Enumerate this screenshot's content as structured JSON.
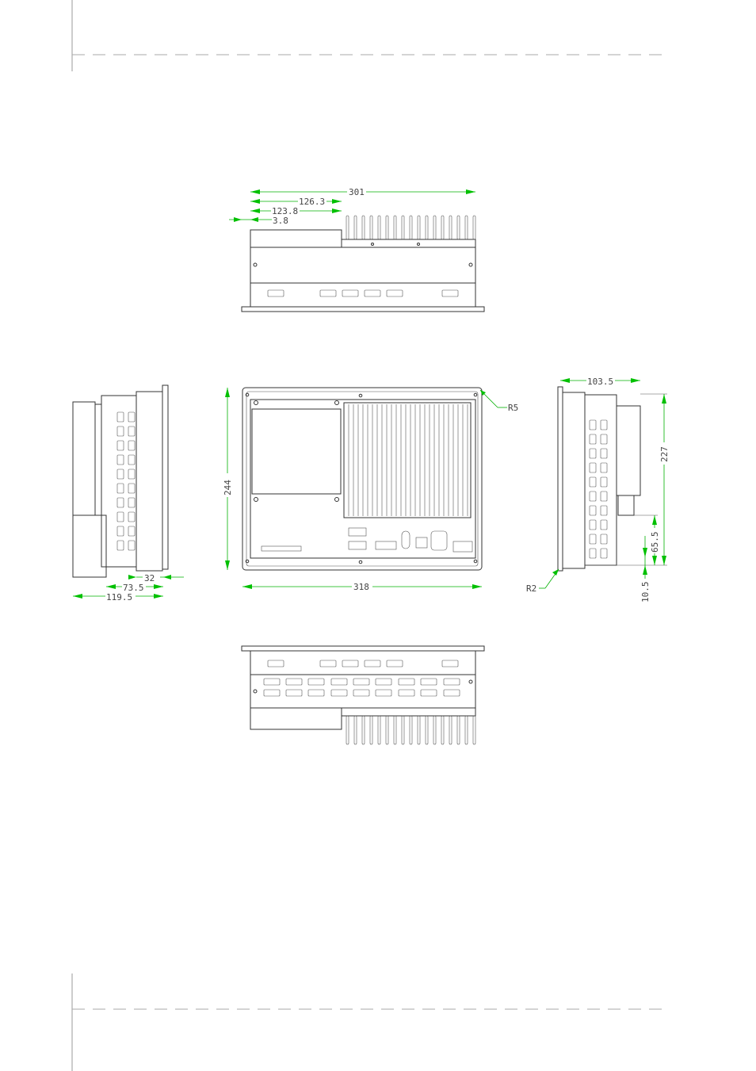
{
  "top_view": {
    "dims": {
      "overall_width": "301",
      "box_width_a": "126.3",
      "box_width_b": "123.8",
      "offset": "3.8"
    }
  },
  "front_view": {
    "dims": {
      "width": "318",
      "height": "244",
      "corner_radius": "R5"
    }
  },
  "left_view": {
    "dims": {
      "depth_total": "119.5",
      "depth_body": "73.5",
      "depth_bezel": "32"
    }
  },
  "right_view": {
    "dims": {
      "depth": "103.5",
      "height": "227",
      "offset_a": "65.5",
      "offset_b": "10.5",
      "corner_radius": "R2"
    }
  },
  "colors": {
    "dimension_line": "#00b000",
    "outline": "#333333"
  }
}
